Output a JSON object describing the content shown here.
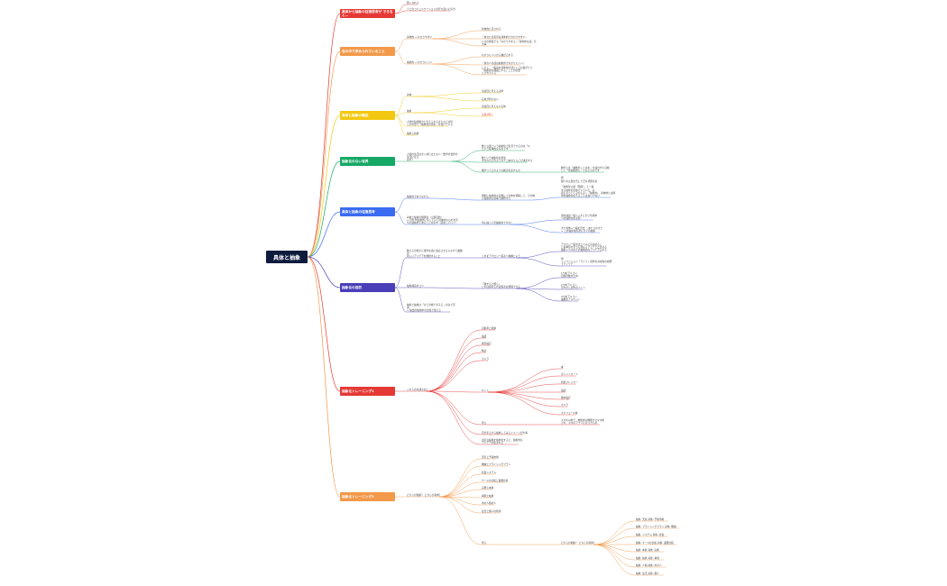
{
  "root": {
    "label": "具体と抽象"
  },
  "branches": [
    {
      "label": "具体から抽象の往復思考が できると…",
      "color": "#e53935",
      "children": [
        {
          "label": "賢くなれる"
        },
        {
          "label": "人とのコミュニケーションの行き違いに気付"
        }
      ]
    },
    {
      "label": "世の中で求められていること",
      "color": "#f2994a",
      "children": [
        {
          "label": "具体的 → わかりやすい",
          "children": [
            {
              "label": "具体的に示される"
            },
            {
              "label": "「あなたの意見は具体的でわかりやすい」"
            },
            {
              "label": "いつの場面でも「わかりやすさ」「具体的な話」が\n大事"
            }
          ]
        },
        {
          "label": "抽象的 → わかりにくい",
          "children": [
            {
              "label": "わかりにくいから嫌がられる"
            },
            {
              "label": "「あの人の話は抽象的でわかりにくい」"
            },
            {
              "label": "しかし、一般論を具体化の話にしてお過ぎたり\n「抽象的な理由とする」ことが必要\nとされている"
            }
          ]
        }
      ]
    },
    {
      "label": "具体と抽象の概念",
      "color": "#f2c811",
      "children": [
        {
          "label": "具体",
          "children": [
            {
              "label": "直接目に見える実体"
            },
            {
              "label": "応用が利かない"
            }
          ]
        },
        {
          "label": "抽象",
          "children": [
            {
              "label": "直接目に見えない実体"
            },
            {
              "label": "応用が利く",
              "accent": true
            }
          ]
        },
        {
          "label": "人間の知的能力と考えられるほとんどは何\nらかの形で「抽象化の恩恵」を受けている"
        },
        {
          "label": "抽象と具象"
        }
      ]
    },
    {
      "label": "抽象化のない世界",
      "color": "#16a865",
      "children": [
        {
          "label": "人間の生活は全く成り立たない・数学の世界の\n生活になる\nはず？",
          "children": [
            {
              "label": "数と言葉という抽象化で生活できるのは「ユ\nという基本的なものです"
            },
            {
              "label": "数という抽象化の恩恵\nすなわちどのような十二本のりんごが決定する"
            },
            {
              "label": "数学ってどのような概念を表すもの",
              "children": [
                {
                  "label": "数学とは「複数のことばを」を使わずに自動\nして「を抽象的に」となるものです"
                }
              ]
            }
          ]
        }
      ]
    },
    {
      "label": "具体と抽象の往復思考",
      "color": "#3a6bf0",
      "children": [
        {
          "label": "抽象的でありながら…",
          "children": [
            {
              "label": "個別に抽象的な表現にて全体を把握して、その物\nに抽象的な意味で解釈する",
              "children": [
                {
                  "label": "例\n個人の言葉を示して日々状態を表\n\n「抽象化言語（国語）」と一般\nする抽象の表象でいろいろ、お\n話になってくるのもよく「抽象的」、具体的には問\n中の抽象を捉えることは多い少ない"
                }
              ]
            }
          ]
        },
        {
          "label": "具体と抽象の関係性（山頂目的）\n→ 目をや抽象的に示していて具体的なものを見\nやに抽象的であることを示す（話をしていく）",
          "children": [
            {
              "label": "何に抽って見抽象的ですか?",
              "children": [
                {
                  "label": "適の抽出一般へ→まとまり合具体\nへの抽象化を表現"
                },
                {
                  "label": "まだ具体→一般を見出 ・あたりのまた\n→ この抽象化の逆にまでの抽象"
                }
              ]
            }
          ]
        }
      ]
    },
    {
      "label": "抽象化の目的",
      "color": "#4a3fb8",
      "children": [
        {
          "label": "数えるの例から世界を適に適応させるにかけて複数\nの\n新しいアイデアを発想すること",
          "children": [
            {
              "label": "これをアナロジー思考＝類推という",
              "children": [
                {
                  "label": "アナロジー思考法とベルに応用するこ\nと基本形を見ても異なるアイデアと変なる\n抽象レベルのその抽象的なアイデアになる"
                },
                {
                  "label": "例\nイノベーション「ライフ」世界の共益性の視野\nでアイデア"
                }
              ]
            }
          ]
        },
        {
          "label": "抽象構造のコツ",
          "children": [
            {
              "label": "「教すると明ら」\nこれは常考えれば思考を整理できる",
              "children": [
                {
                  "label": "1つめアルゴン\n目標の数すため"
                },
                {
                  "label": "2つめアルゴン\n見やからの作ポイント"
                },
                {
                  "label": "3つめアルゴン\n業績をアルベント"
                }
              ]
            }
          ]
        },
        {
          "label": "抽象と抽象は「全ての線で考える」のみで見\n逃\n→ 抽出の抽象中の比較で使える"
        }
      ]
    },
    {
      "label": "抽象化トレーニング1",
      "color": "#e53935",
      "children": [
        {
          "label": "これらの共通点は？",
          "children": [
            {
              "label": "自動車と船舶"
            },
            {
              "label": "電話"
            },
            {
              "label": "携帯電灯"
            },
            {
              "label": "時計"
            },
            {
              "label": "カメラ"
            },
            {
              "label": "セット",
              "children": [
                {
                  "label": "本"
                },
                {
                  "label": "ポイントカード"
                },
                {
                  "label": "音楽プレイヤー"
                },
                {
                  "label": "電話"
                },
                {
                  "label": "懐中電灯"
                },
                {
                  "label": "カメラ"
                },
                {
                  "label": "スケジュール帳"
                }
              ]
            },
            {
              "label": "答え",
              "children": [
                {
                  "label": "スマホ以前で、物質的な機能がスマホ化\nされ、スマホアプリになったもの"
                }
              ]
            },
            {
              "label": "見せ手上から抽象してみるイメージが大事"
            },
            {
              "label": "身近な抽象を抽象化すると、抽象的な\nアイデアが生まれる"
            }
          ]
        }
      ]
    },
    {
      "label": "抽象化トレーニング2",
      "color": "#f2994a",
      "children": [
        {
          "label": "どちらが抽象？ どちらが具体？",
          "children": [
            {
              "label": "天気と予報市場"
            },
            {
              "label": "機械とプライシングプラン"
            },
            {
              "label": "社会システム"
            },
            {
              "label": "ケースの比較と業務比較"
            },
            {
              "label": "実務と本質"
            },
            {
              "label": "事例と抽象"
            },
            {
              "label": "木の人類の人"
            },
            {
              "label": "生活と個人の利用"
            },
            {
              "label": "答え",
              "children": [
                {
                  "label": "どちらが抽象？ どちらが具体？",
                  "children": [
                    {
                      "label": "抽象: 天候 具象: 予報市場"
                    },
                    {
                      "label": "抽象: プライシングプラン 具象: 機械"
                    },
                    {
                      "label": "抽象: システム 具象: 社会"
                    },
                    {
                      "label": "抽象: ケースの比較 具象: 業務比較"
                    },
                    {
                      "label": "抽象: 本質 具象: 実務"
                    },
                    {
                      "label": "抽象: 抽象 具象: 事例"
                    },
                    {
                      "label": "抽象: 人類 具象: 木の人"
                    },
                    {
                      "label": "抽象: 生活 具象: 個人"
                    }
                  ]
                }
              ]
            }
          ]
        }
      ]
    }
  ]
}
